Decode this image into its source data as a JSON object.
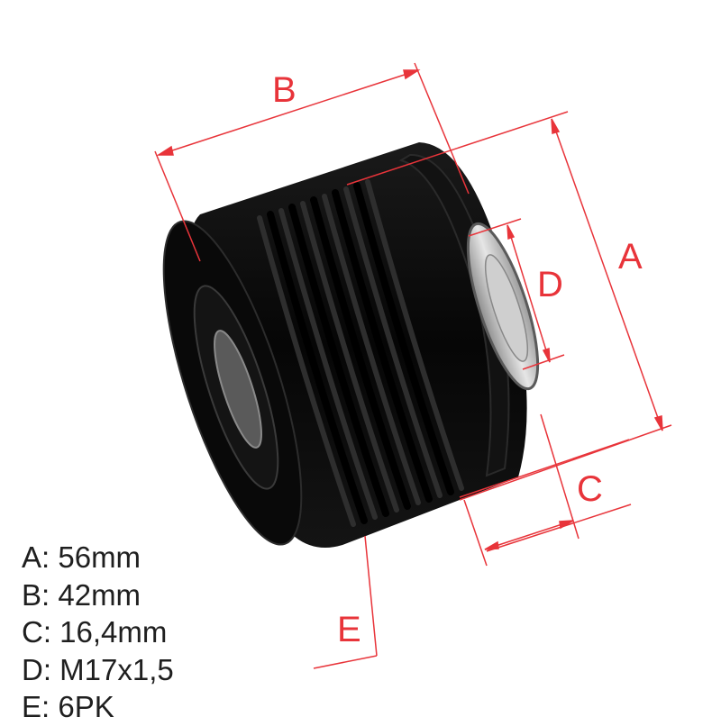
{
  "dimension_letters": {
    "a": "A",
    "b": "B",
    "c": "C",
    "d": "D",
    "e": "E"
  },
  "specs": [
    {
      "label": "A:",
      "value": "56mm"
    },
    {
      "label": "B:",
      "value": "42mm"
    },
    {
      "label": "C:",
      "value": "16,4mm"
    },
    {
      "label": "D:",
      "value": "M17x1,5"
    },
    {
      "label": "E:",
      "value": "6PK"
    }
  ],
  "colors": {
    "dimension_line": "#e8343a",
    "part_body": "#0a0a0a",
    "part_highlight": "#2a2a2a",
    "bore_metal": "#b5b5b5",
    "spec_text": "#1f1f1f"
  }
}
